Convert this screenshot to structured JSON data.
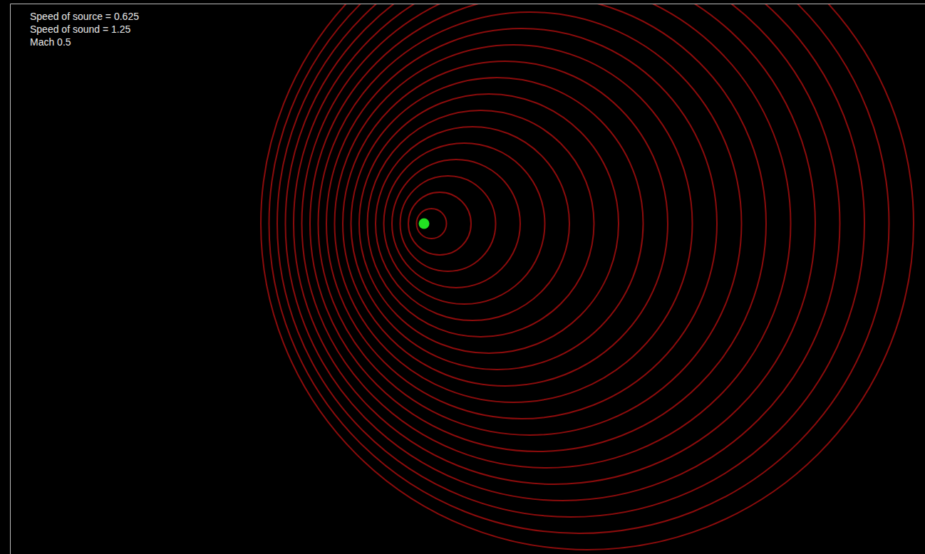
{
  "diagram": {
    "labels": [
      "Speed of source = 0.625",
      "Speed of sound = 1.25",
      "Mach 0.5"
    ]
  }
}
